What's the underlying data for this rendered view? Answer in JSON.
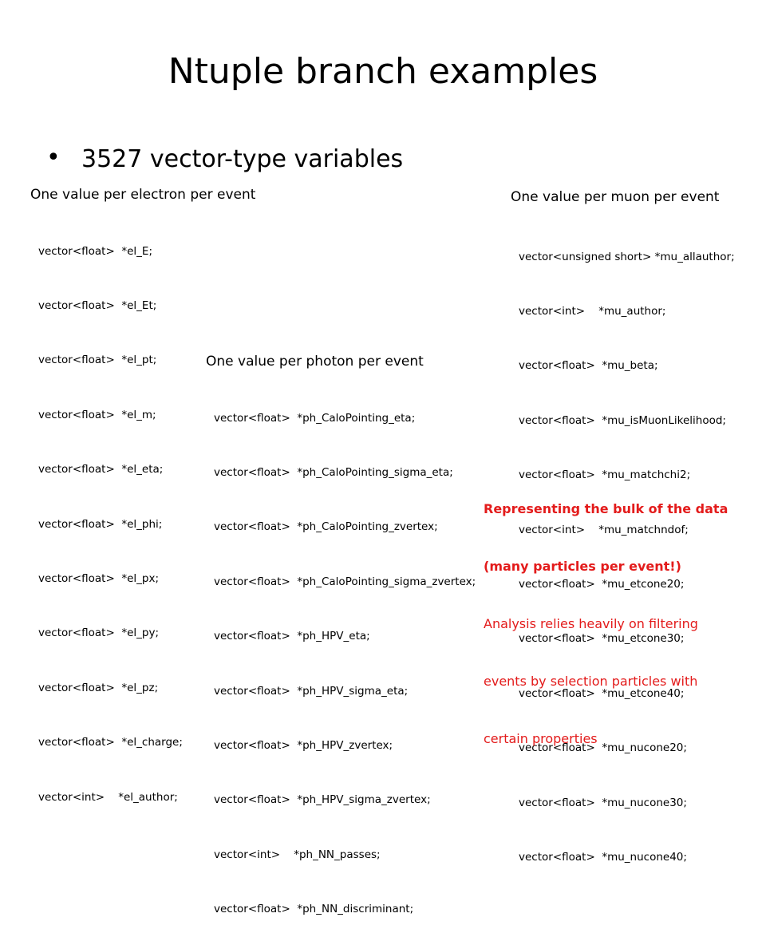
{
  "title": "Ntuple branch examples",
  "bullet": {
    "text": "3527 vector-type variables"
  },
  "electron": {
    "heading": "One value per electron per event",
    "lines": [
      "vector<float>  *el_E;",
      "vector<float>  *el_Et;",
      "vector<float>  *el_pt;",
      "vector<float>  *el_m;",
      "vector<float>  *el_eta;",
      "vector<float>  *el_phi;",
      "vector<float>  *el_px;",
      "vector<float>  *el_py;",
      "vector<float>  *el_pz;",
      "vector<float>  *el_charge;",
      "vector<int>    *el_author;"
    ]
  },
  "muon": {
    "heading": "One value per muon per event",
    "lines": [
      "vector<unsigned short> *mu_allauthor;",
      "vector<int>    *mu_author;",
      "vector<float>  *mu_beta;",
      "vector<float>  *mu_isMuonLikelihood;",
      "vector<float>  *mu_matchchi2;",
      "vector<int>    *mu_matchndof;",
      "vector<float>  *mu_etcone20;",
      "vector<float>  *mu_etcone30;",
      "vector<float>  *mu_etcone40;",
      "vector<float>  *mu_nucone20;",
      "vector<float>  *mu_nucone30;",
      "vector<float>  *mu_nucone40;"
    ]
  },
  "photon": {
    "heading": "One value per photon per event",
    "lines": [
      "vector<float>  *ph_CaloPointing_eta;",
      "vector<float>  *ph_CaloPointing_sigma_eta;",
      "vector<float>  *ph_CaloPointing_zvertex;",
      "vector<float>  *ph_CaloPointing_sigma_zvertex;",
      "vector<float>  *ph_HPV_eta;",
      "vector<float>  *ph_HPV_sigma_eta;",
      "vector<float>  *ph_HPV_zvertex;",
      "vector<float>  *ph_HPV_sigma_zvertex;",
      "vector<int>    *ph_NN_passes;",
      "vector<float>  *ph_NN_discriminant;"
    ]
  },
  "note": {
    "bold_line1": "Representing the bulk of the data",
    "bold_line2": "(many particles per event!)",
    "line3": "Analysis relies heavily on filtering",
    "line4": "events by selection particles with",
    "line5": "certain properties"
  },
  "colors": {
    "note_text": "#e31b1b"
  }
}
